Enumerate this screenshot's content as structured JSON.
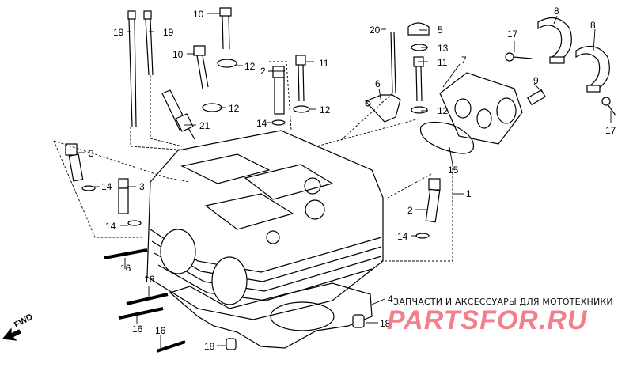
{
  "callouts": [
    {
      "id": "c1",
      "text": "19"
    },
    {
      "id": "c2",
      "text": "19"
    },
    {
      "id": "c3",
      "text": "10"
    },
    {
      "id": "c4",
      "text": "10"
    },
    {
      "id": "c5",
      "text": "12"
    },
    {
      "id": "c6",
      "text": "12"
    },
    {
      "id": "c7",
      "text": "11"
    },
    {
      "id": "c8",
      "text": "12"
    },
    {
      "id": "c9",
      "text": "2"
    },
    {
      "id": "c10",
      "text": "21"
    },
    {
      "id": "c11",
      "text": "14"
    },
    {
      "id": "c12",
      "text": "3"
    },
    {
      "id": "c13",
      "text": "14"
    },
    {
      "id": "c14",
      "text": "3"
    },
    {
      "id": "c15",
      "text": "14"
    },
    {
      "id": "c16",
      "text": "20"
    },
    {
      "id": "c17",
      "text": "5"
    },
    {
      "id": "c18",
      "text": "13"
    },
    {
      "id": "c19",
      "text": "11"
    },
    {
      "id": "c20",
      "text": "12"
    },
    {
      "id": "c21",
      "text": "6"
    },
    {
      "id": "c22",
      "text": "7"
    },
    {
      "id": "c23",
      "text": "8"
    },
    {
      "id": "c24",
      "text": "8"
    },
    {
      "id": "c25",
      "text": "17"
    },
    {
      "id": "c26",
      "text": "17"
    },
    {
      "id": "c27",
      "text": "9"
    },
    {
      "id": "c28",
      "text": "15"
    },
    {
      "id": "c29",
      "text": "1"
    },
    {
      "id": "c30",
      "text": "2"
    },
    {
      "id": "c31",
      "text": "14"
    },
    {
      "id": "c32",
      "text": "16"
    },
    {
      "id": "c33",
      "text": "16"
    },
    {
      "id": "c34",
      "text": "16"
    },
    {
      "id": "c35",
      "text": "16"
    },
    {
      "id": "c36",
      "text": "4"
    },
    {
      "id": "c37",
      "text": "18"
    },
    {
      "id": "c38",
      "text": "18"
    }
  ],
  "fwd_label": "FWD",
  "watermark": {
    "subtitle": "ЗАПЧАСТИ И АКСЕССУАРЫ ДЛЯ МОТОТЕХНИКИ",
    "logo": "PARTSFOR.RU"
  }
}
